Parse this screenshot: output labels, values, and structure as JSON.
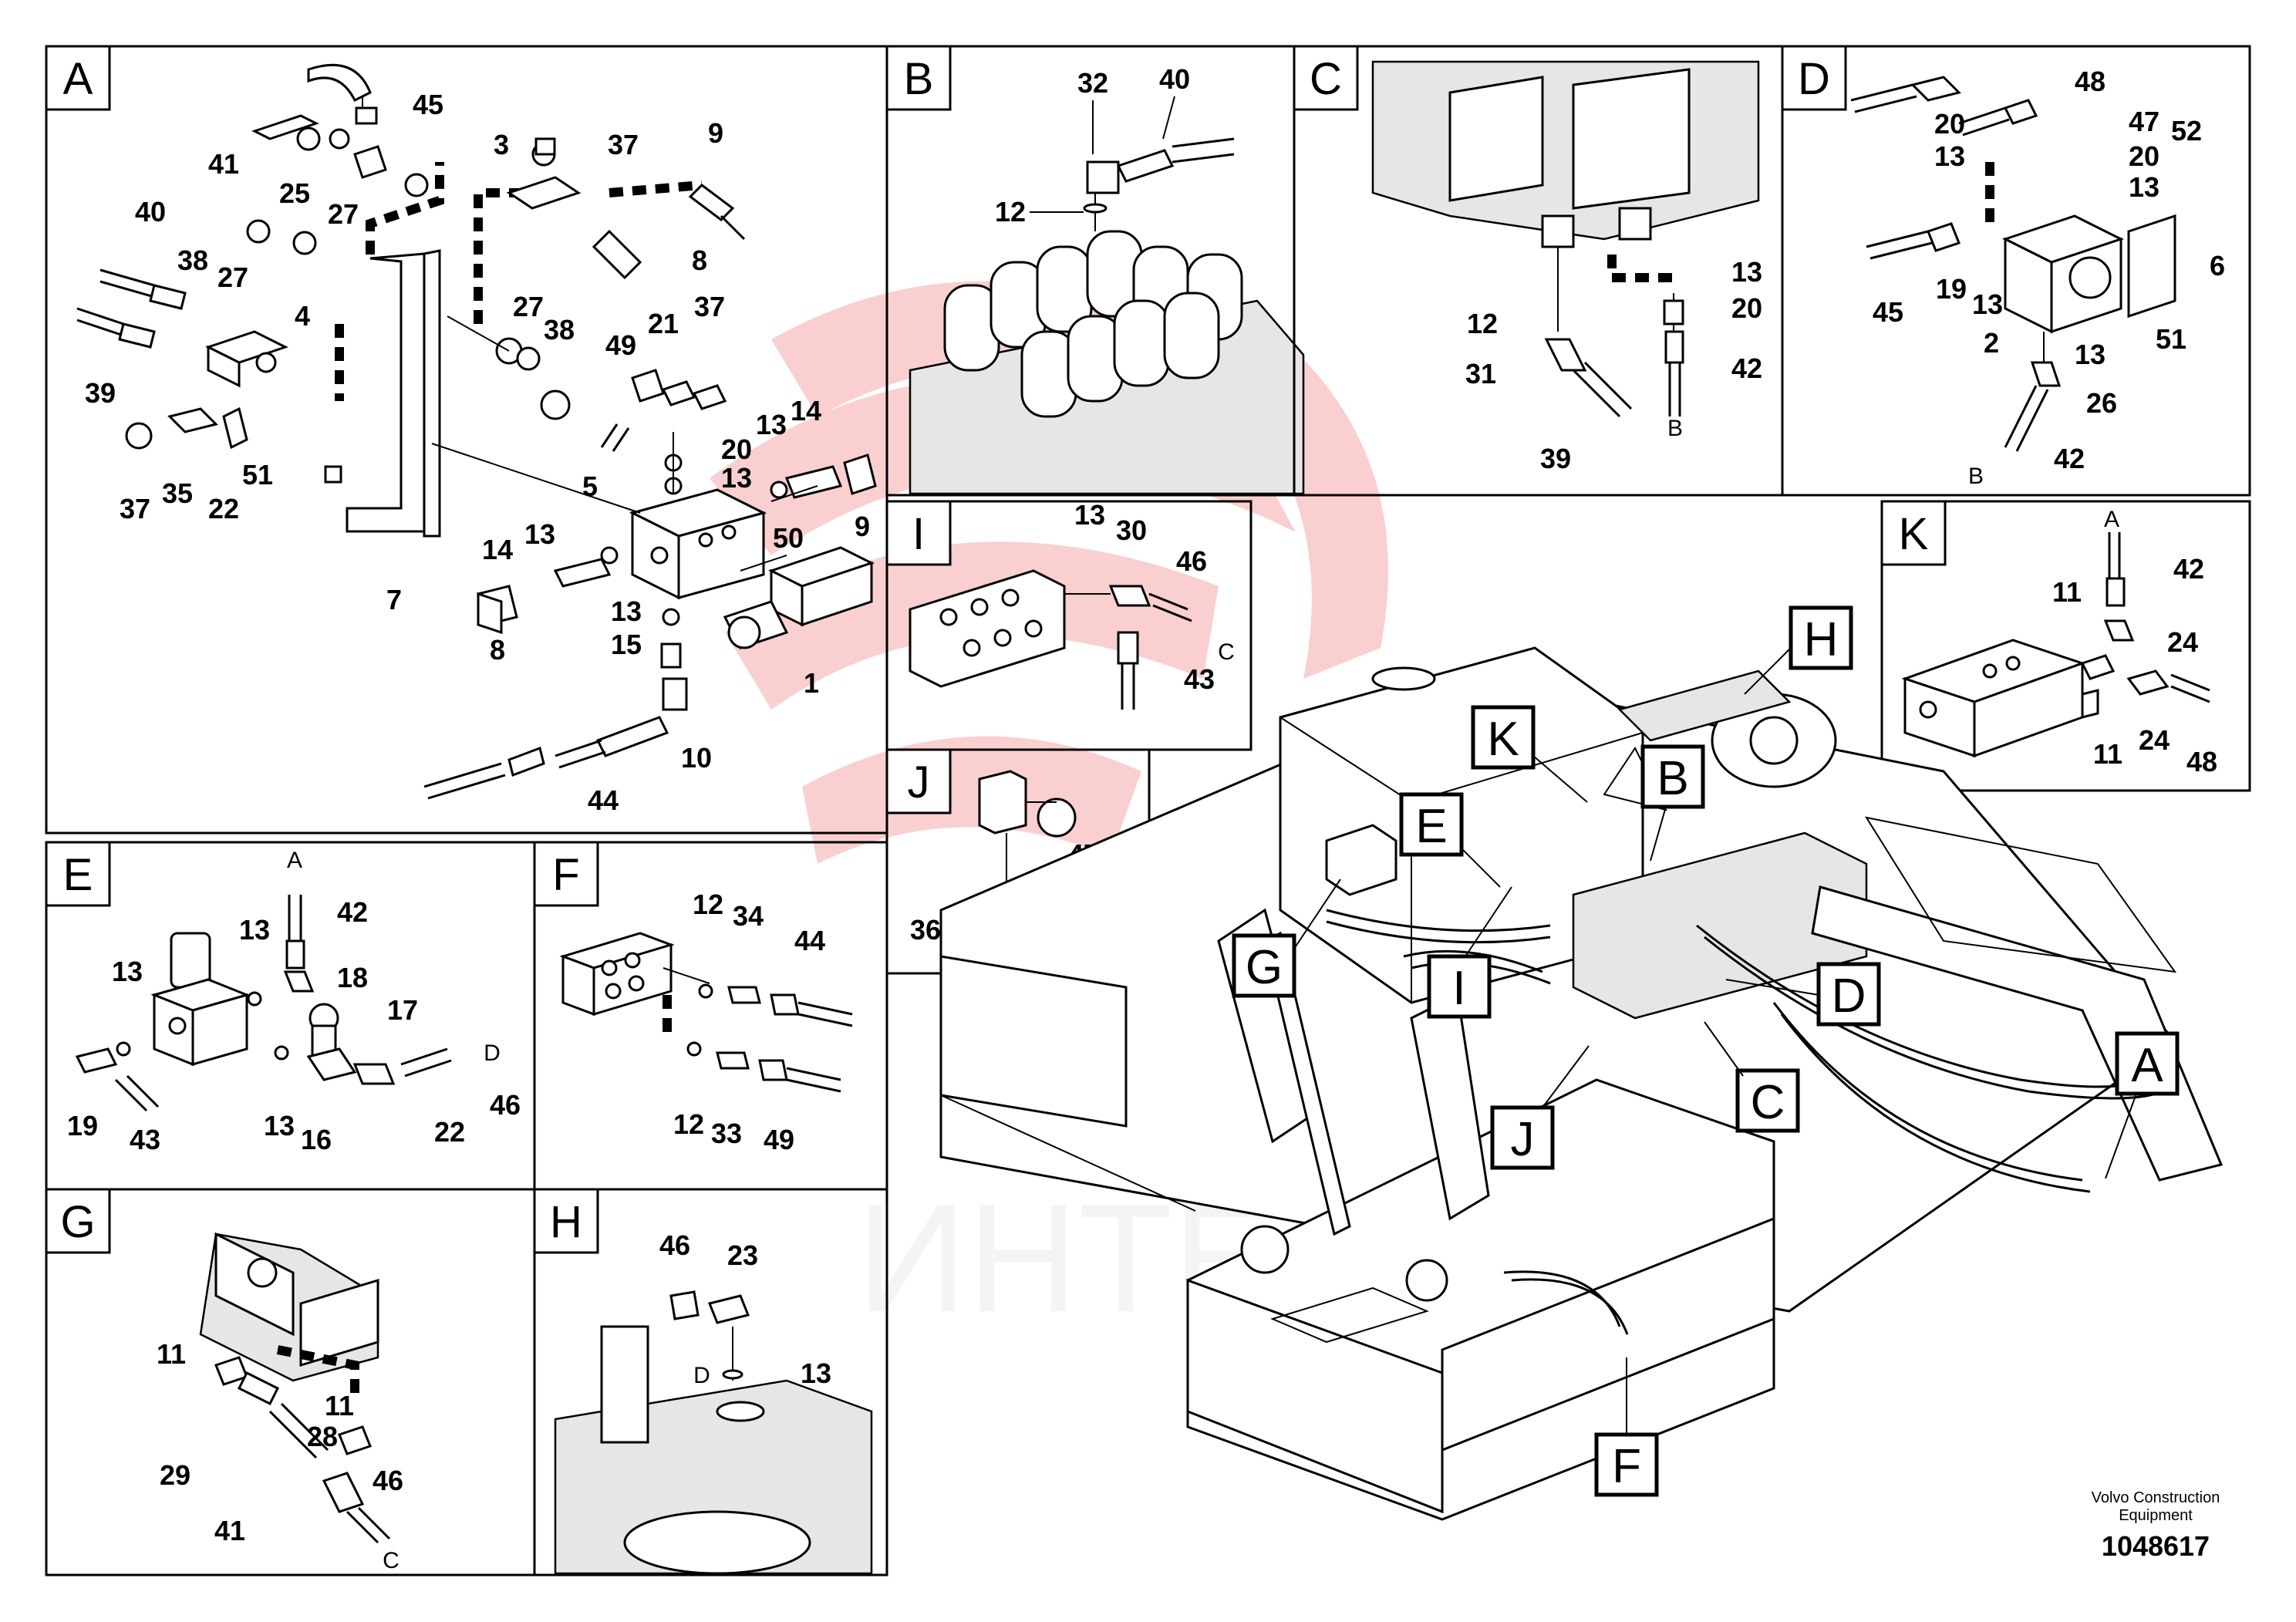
{
  "panels": {
    "A": {
      "letter": "A",
      "labels": [
        "45",
        "41",
        "25",
        "27",
        "3",
        "37",
        "9",
        "40",
        "38",
        "27",
        "8",
        "27",
        "38",
        "4",
        "21",
        "37",
        "49",
        "39",
        "37",
        "35",
        "22",
        "51",
        "20",
        "13",
        "13",
        "14",
        "5",
        "9",
        "13",
        "14",
        "50",
        "13",
        "15",
        "8",
        "7",
        "1",
        "10",
        "44"
      ]
    },
    "B": {
      "letter": "B",
      "labels": [
        "32",
        "40",
        "12"
      ]
    },
    "C": {
      "letter": "C",
      "labels": [
        "13",
        "12",
        "20",
        "31",
        "42",
        "39"
      ],
      "letters": [
        "B"
      ]
    },
    "D": {
      "letter": "D",
      "labels": [
        "48",
        "20",
        "47",
        "13",
        "20",
        "52",
        "13",
        "45",
        "19",
        "13",
        "6",
        "2",
        "13",
        "51",
        "26",
        "42"
      ],
      "letters": [
        "B"
      ]
    },
    "E": {
      "letter": "E",
      "labels": [
        "42",
        "13",
        "13",
        "18",
        "17",
        "19",
        "43",
        "13",
        "16",
        "22",
        "46"
      ],
      "letters": [
        "A",
        "D"
      ]
    },
    "F": {
      "letter": "F",
      "labels": [
        "12",
        "34",
        "44",
        "12",
        "33",
        "49"
      ]
    },
    "G": {
      "letter": "G",
      "labels": [
        "11",
        "11",
        "28",
        "29",
        "41",
        "46"
      ],
      "letters": [
        "C"
      ]
    },
    "H": {
      "letter": "H",
      "labels": [
        "46",
        "23",
        "13"
      ],
      "letters": [
        "D"
      ]
    },
    "I": {
      "letter": "I",
      "labels": [
        "13",
        "30",
        "46",
        "43"
      ],
      "letters": [
        "C"
      ]
    },
    "J": {
      "letter": "J",
      "labels": [
        "47",
        "36"
      ]
    },
    "K": {
      "letter": "K",
      "labels": [
        "42",
        "11",
        "24",
        "11",
        "24",
        "48"
      ],
      "letters": [
        "A"
      ]
    }
  },
  "callouts": [
    "A",
    "B",
    "C",
    "D",
    "E",
    "F",
    "G",
    "H",
    "I",
    "J",
    "K"
  ],
  "footer": {
    "company_line1": "Volvo Construction",
    "company_line2": "Equipment",
    "drawing_number": "1048617"
  },
  "watermark": {
    "text": "ИНТЕХ",
    "color": "#f2b8b8"
  }
}
